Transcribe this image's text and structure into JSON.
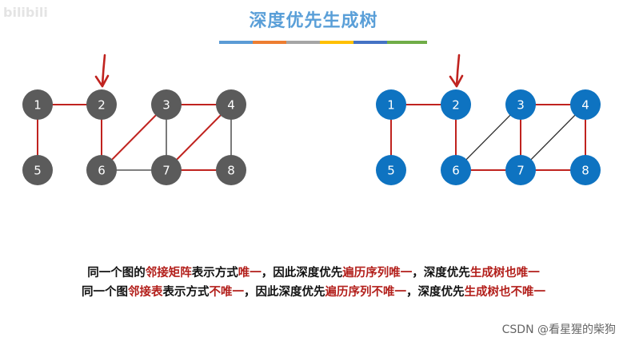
{
  "watermark": "bilibili",
  "title": "深度优先生成树",
  "colors": {
    "bars": [
      "#5b9bd5",
      "#ed7d31",
      "#a5a5a5",
      "#ffc000",
      "#4472c4",
      "#70ad47"
    ],
    "gray_node": "#5b5b5b",
    "blue_node": "#0e73c1",
    "highlight_edge": "#c0231f",
    "plain_edge": "#333333",
    "arrow": "#c0231f"
  },
  "graphs": [
    {
      "id": "gray",
      "nodes": [
        {
          "id": "1",
          "label": "1"
        },
        {
          "id": "2",
          "label": "2"
        },
        {
          "id": "3",
          "label": "3"
        },
        {
          "id": "4",
          "label": "4"
        },
        {
          "id": "5",
          "label": "5"
        },
        {
          "id": "6",
          "label": "6"
        },
        {
          "id": "7",
          "label": "7"
        },
        {
          "id": "8",
          "label": "8"
        }
      ],
      "edges": [
        {
          "from": "1",
          "to": "2",
          "highlight": true
        },
        {
          "from": "1",
          "to": "5",
          "highlight": true
        },
        {
          "from": "2",
          "to": "6",
          "highlight": true
        },
        {
          "from": "6",
          "to": "3",
          "highlight": true
        },
        {
          "from": "3",
          "to": "4",
          "highlight": true
        },
        {
          "from": "3",
          "to": "7",
          "highlight": false
        },
        {
          "from": "4",
          "to": "7",
          "highlight": true
        },
        {
          "from": "4",
          "to": "8",
          "highlight": false
        },
        {
          "from": "6",
          "to": "7",
          "highlight": false
        },
        {
          "from": "7",
          "to": "8",
          "highlight": true
        }
      ],
      "start_node": "2"
    },
    {
      "id": "blue",
      "nodes": [
        {
          "id": "1",
          "label": "1"
        },
        {
          "id": "2",
          "label": "2"
        },
        {
          "id": "3",
          "label": "3"
        },
        {
          "id": "4",
          "label": "4"
        },
        {
          "id": "5",
          "label": "5"
        },
        {
          "id": "6",
          "label": "6"
        },
        {
          "id": "7",
          "label": "7"
        },
        {
          "id": "8",
          "label": "8"
        }
      ],
      "edges": [
        {
          "from": "1",
          "to": "2",
          "highlight": true
        },
        {
          "from": "1",
          "to": "5",
          "highlight": true
        },
        {
          "from": "2",
          "to": "6",
          "highlight": true
        },
        {
          "from": "6",
          "to": "3",
          "highlight": false
        },
        {
          "from": "3",
          "to": "4",
          "highlight": true
        },
        {
          "from": "3",
          "to": "7",
          "highlight": true
        },
        {
          "from": "4",
          "to": "7",
          "highlight": false
        },
        {
          "from": "4",
          "to": "8",
          "highlight": true
        },
        {
          "from": "6",
          "to": "7",
          "highlight": true
        },
        {
          "from": "7",
          "to": "8",
          "highlight": true
        }
      ],
      "start_node": "2"
    }
  ],
  "caption": {
    "line1": [
      {
        "text": "同一个图的",
        "hl": false
      },
      {
        "text": "邻接矩阵",
        "hl": true
      },
      {
        "text": "表示方式",
        "hl": false
      },
      {
        "text": "唯一",
        "hl": true
      },
      {
        "text": "，因此深度优先",
        "hl": false
      },
      {
        "text": "遍历序列唯一",
        "hl": true
      },
      {
        "text": "，深度优先",
        "hl": false
      },
      {
        "text": "生成树也唯一",
        "hl": true
      }
    ],
    "line2": [
      {
        "text": "同一个图",
        "hl": false
      },
      {
        "text": "邻接表",
        "hl": true
      },
      {
        "text": "表示方式",
        "hl": false
      },
      {
        "text": "不唯一",
        "hl": true
      },
      {
        "text": "，因此深度优先",
        "hl": false
      },
      {
        "text": "遍历序列不唯一",
        "hl": true
      },
      {
        "text": "，深度优先",
        "hl": false
      },
      {
        "text": "生成树也不唯一",
        "hl": true
      }
    ]
  },
  "credit": "CSDN @看星猩的柴狗"
}
